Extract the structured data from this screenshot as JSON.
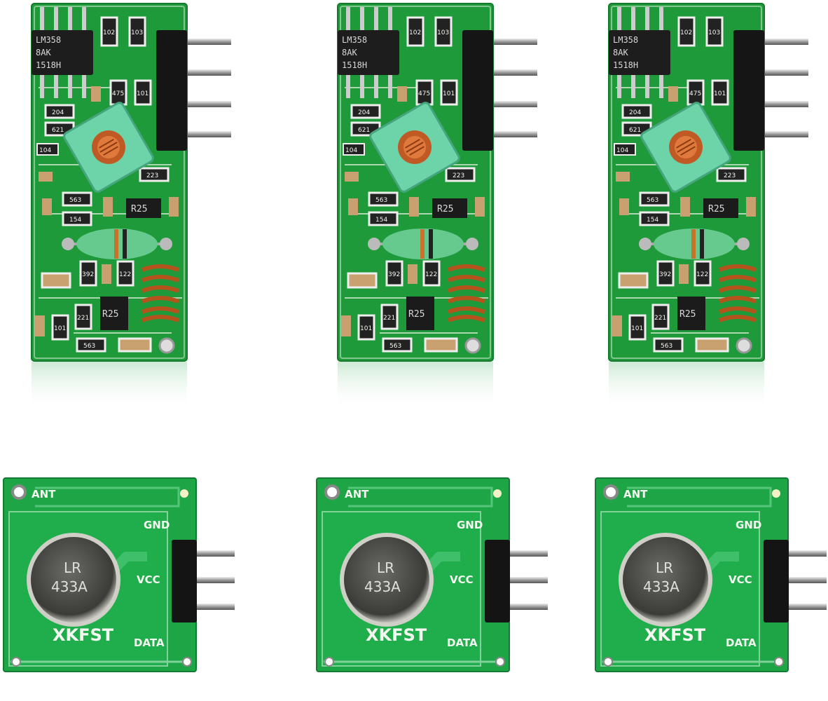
{
  "image": {
    "description_type": "product photo",
    "background_color": "#ffffff",
    "board_color": "#1f9a3a"
  },
  "receiver": {
    "count": 3,
    "chip": {
      "line1": "LM358",
      "line2": "8AK",
      "line3": "1518H"
    },
    "components": [
      "102",
      "103",
      "475",
      "101",
      "204",
      "621",
      "104",
      "223",
      "563",
      "R25",
      "154",
      "392",
      "122",
      "221",
      "101",
      "563",
      "R25"
    ]
  },
  "transmitter": {
    "count": 3,
    "can_line1": "LR",
    "can_line2": "433A",
    "brand": "XKFST",
    "pins": {
      "ant": "ANT",
      "gnd": "GND",
      "vcc": "VCC",
      "data": "DATA"
    }
  }
}
